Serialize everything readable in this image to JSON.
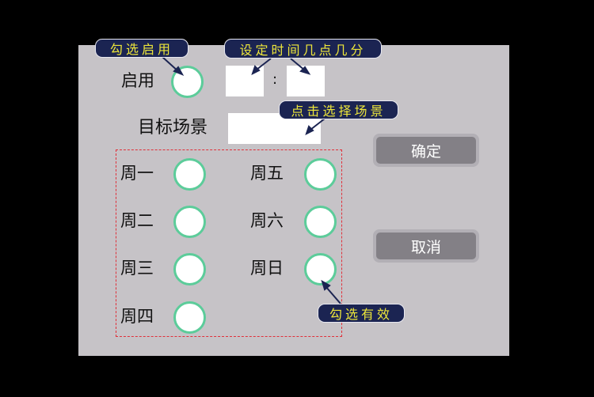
{
  "enable": {
    "label": "启用",
    "checked": false
  },
  "time": {
    "hour": "",
    "minute": "",
    "separator": ":"
  },
  "scene": {
    "label": "目标场景",
    "value": ""
  },
  "days": [
    {
      "label": "周一",
      "checked": false
    },
    {
      "label": "周二",
      "checked": false
    },
    {
      "label": "周三",
      "checked": false
    },
    {
      "label": "周四",
      "checked": false
    },
    {
      "label": "周五",
      "checked": false
    },
    {
      "label": "周六",
      "checked": false
    },
    {
      "label": "周日",
      "checked": false
    }
  ],
  "buttons": {
    "confirm": "确定",
    "cancel": "取消"
  },
  "tips": {
    "enable": "勾选启用",
    "time": "设定时间几点几分",
    "scene": "点击选择场景",
    "days": "勾选有效"
  },
  "colors": {
    "tip_bg": "#1b2452",
    "tip_text": "#ede63a",
    "circle_border": "#5ccc9a"
  }
}
